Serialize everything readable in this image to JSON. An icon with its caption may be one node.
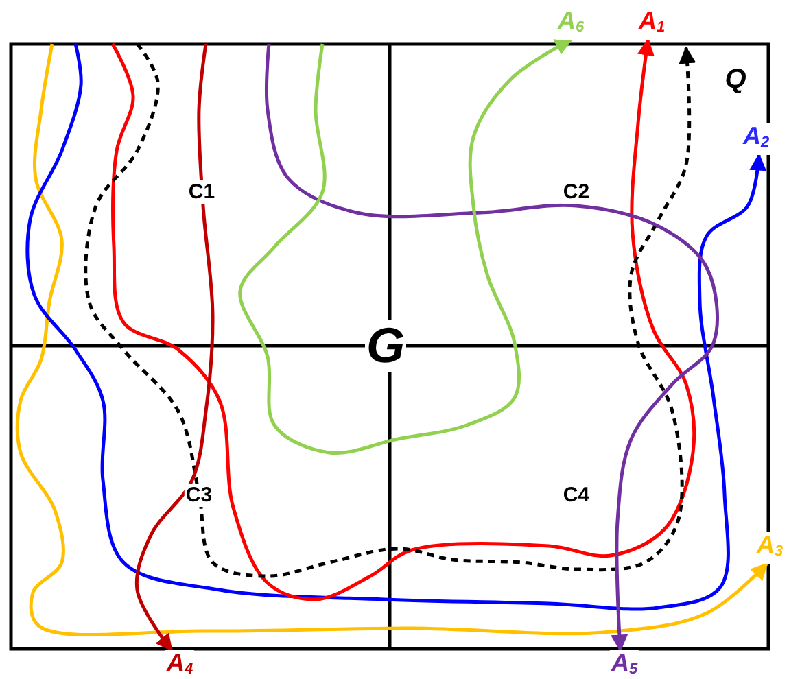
{
  "diagram": {
    "nodes": [
      {
        "text": [
          "A$_{6}$"
        ]
      },
      {
        "text": [
          "A$_{1}$"
        ]
      },
      {
        "text": [
          "Q"
        ]
      },
      {
        "text": [
          "A$_{2}$"
        ]
      },
      {
        "text": [
          "A$_{3}$"
        ]
      },
      {
        "text": [
          "A$_{5}$"
        ]
      },
      {
        "text": [
          "A$_{4}$"
        ]
      }
    ],
    "edges": [
      {
        "from": null,
        "to": 4,
        "arrow": "to",
        "color": "#ffc000"
      },
      {
        "from": null,
        "to": 3,
        "arrow": "to",
        "color": "#0000ff"
      },
      {
        "from": null,
        "to": 1,
        "arrow": "to",
        "color": "#ff0000"
      },
      {
        "from": null,
        "to": 2,
        "arrow": "to",
        "style": "dashed",
        "color": "#000000"
      },
      {
        "from": null,
        "to": 6,
        "arrow": "to",
        "color": "#c00000"
      },
      {
        "from": null,
        "to": 5,
        "arrow": "to",
        "color": "#7030a0"
      },
      {
        "from": null,
        "to": 0,
        "arrow": "to",
        "color": "#92d050"
      }
    ],
    "labels": [
      "C1",
      "C2",
      "G",
      "C3",
      "C4"
    ]
  }
}
